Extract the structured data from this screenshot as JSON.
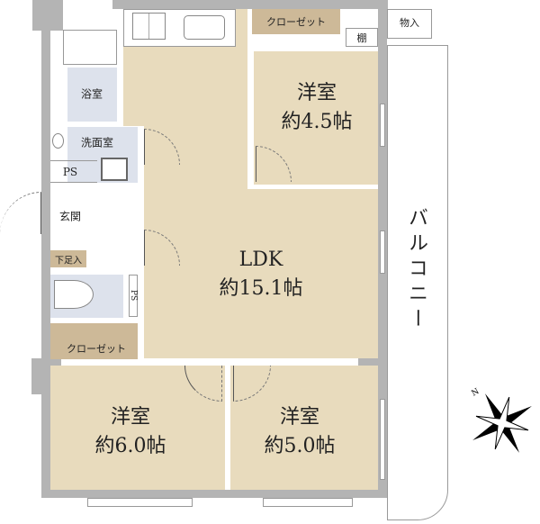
{
  "rooms": {
    "ldk": {
      "name": "LDK",
      "size": "約15.1帖"
    },
    "western_a": {
      "name": "洋室",
      "size": "約4.5帖"
    },
    "western_b": {
      "name": "洋室",
      "size": "約6.0帖"
    },
    "western_c": {
      "name": "洋室",
      "size": "約5.0帖"
    },
    "bath": "浴室",
    "washroom": "洗面室",
    "ps_1": "PS",
    "ps_2": "PS",
    "entrance": "玄関",
    "shoe_storage": "下足入",
    "closet_top": "クローゼット",
    "closet_left": "クローゼット",
    "shelf": "棚",
    "storage": "物入",
    "balcony": "バルコニー"
  },
  "compass": {
    "north_label": "N"
  },
  "colors": {
    "room": "#e8dbbd",
    "closet": "#cdb998",
    "wet": "#dde2ec",
    "wall": "#b4b4b4"
  }
}
